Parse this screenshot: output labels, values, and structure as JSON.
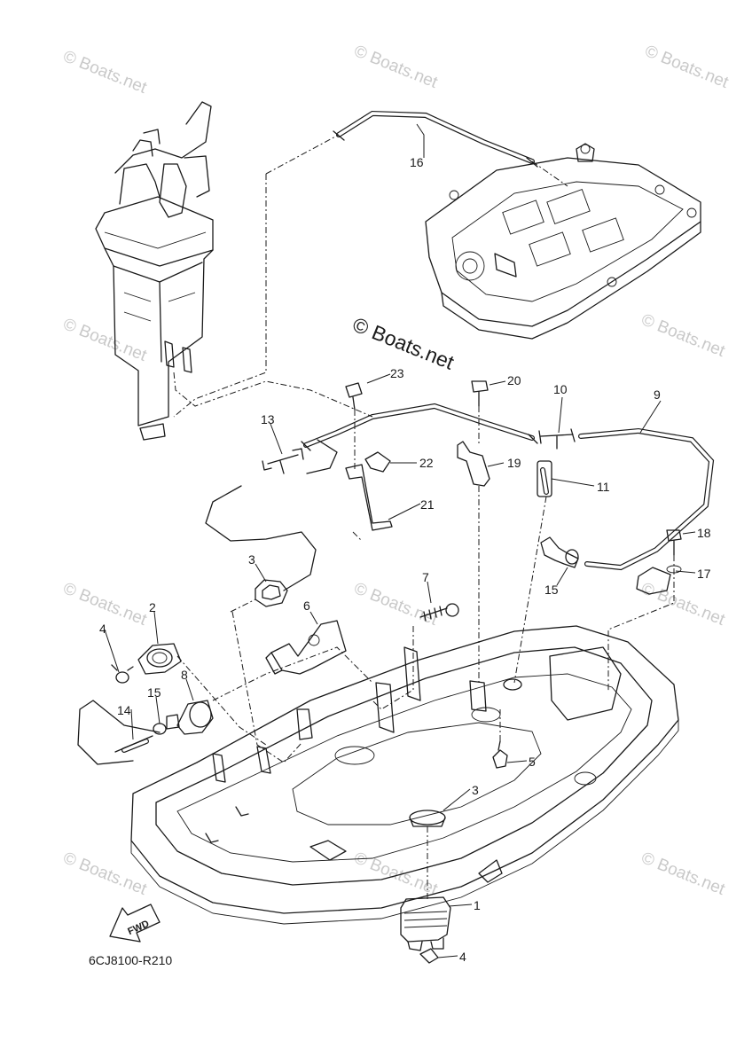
{
  "watermark": {
    "small": "© Boats.net",
    "center": "© Boats.net"
  },
  "diagram_code": "6CJ8100-R210",
  "fwd_label": "FWD",
  "callouts": {
    "c1": "1",
    "c2": "2",
    "c3a": "3",
    "c3b": "3",
    "c4a": "4",
    "c4b": "4",
    "c5": "5",
    "c6": "6",
    "c7": "7",
    "c8": "8",
    "c9": "9",
    "c10": "10",
    "c11": "11",
    "c13": "13",
    "c14": "14",
    "c15a": "15",
    "c15b": "15",
    "c16": "16",
    "c17": "17",
    "c18": "18",
    "c19": "19",
    "c20": "20",
    "c21": "21",
    "c22": "22",
    "c23": "23"
  }
}
